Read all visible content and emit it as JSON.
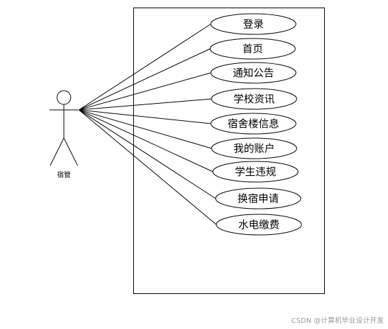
{
  "actor": {
    "label": "宿管"
  },
  "use_cases": [
    {
      "label": "登录"
    },
    {
      "label": "首页"
    },
    {
      "label": "通知公告"
    },
    {
      "label": "学校资讯"
    },
    {
      "label": "宿舍楼信息"
    },
    {
      "label": "我的账户"
    },
    {
      "label": "学生违规"
    },
    {
      "label": "换宿申请"
    },
    {
      "label": "水电缴费"
    }
  ],
  "watermark": "CSDN @计算机毕业设计开发",
  "colors": {
    "stroke": "#000000",
    "background": "#ffffff",
    "watermark": "#9a9a9a"
  }
}
